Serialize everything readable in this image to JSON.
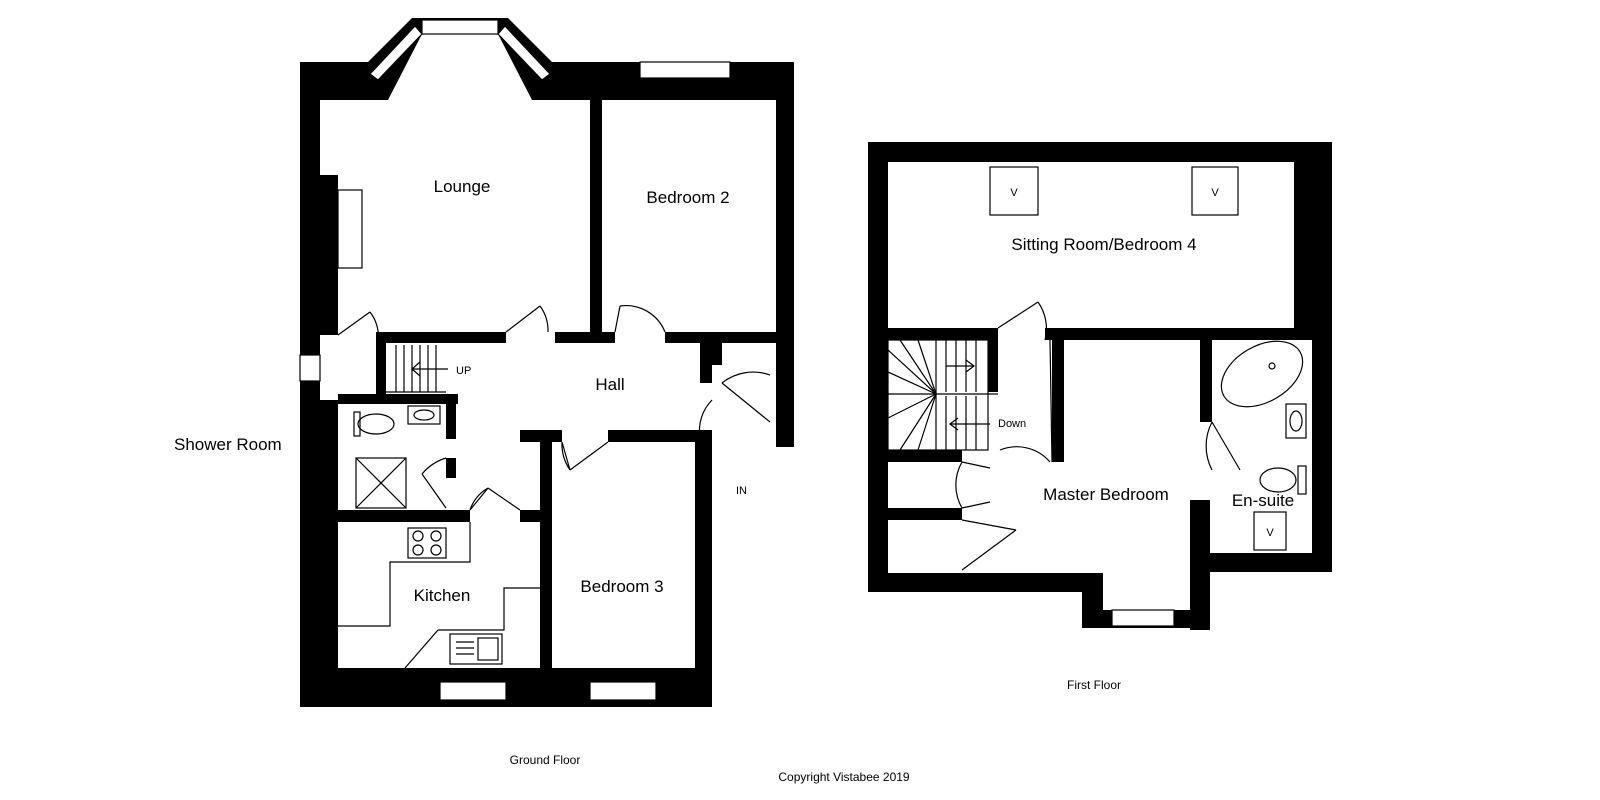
{
  "ground_floor": {
    "caption": "Ground Floor",
    "rooms": {
      "lounge": "Lounge",
      "bedroom2": "Bedroom 2",
      "hall": "Hall",
      "shower_room": "Shower Room",
      "kitchen": "Kitchen",
      "bedroom3": "Bedroom 3"
    },
    "stairs_up": "UP",
    "entrance": "IN"
  },
  "first_floor": {
    "caption": "First Floor",
    "rooms": {
      "sitting_room": "Sitting Room/Bedroom 4",
      "master_bedroom": "Master Bedroom",
      "ensuite": "En-suite"
    },
    "stairs_down": "Down",
    "velux_mark": "V"
  },
  "copyright": "Copyright Vistabee 2019"
}
